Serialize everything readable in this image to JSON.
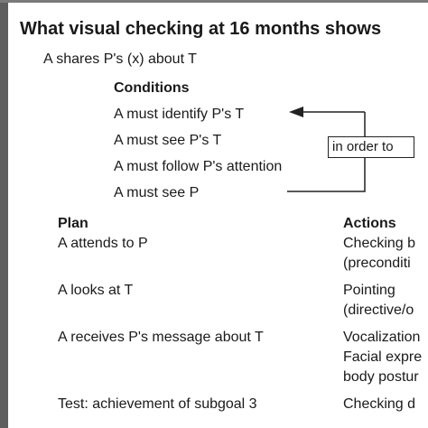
{
  "title": "What visual checking at 16 months shows",
  "goal": "A shares P's (x) about T",
  "conditions": {
    "heading": "Conditions",
    "items": [
      "A must identify P's T",
      "A must see P's T",
      "A must follow P's attention",
      "A must see P"
    ]
  },
  "relation_label": "in order to",
  "plan": {
    "heading": "Plan",
    "items": [
      "A attends to P",
      "A looks at T",
      "A receives P's message about T",
      "Test: achievement of subgoal 3"
    ]
  },
  "actions": {
    "heading": "Actions",
    "lines": [
      "Checking b",
      "(preconditi",
      "Pointing",
      "(directive/o",
      "Vocalization",
      "Facial expre",
      "body postur",
      "Checking d"
    ]
  }
}
